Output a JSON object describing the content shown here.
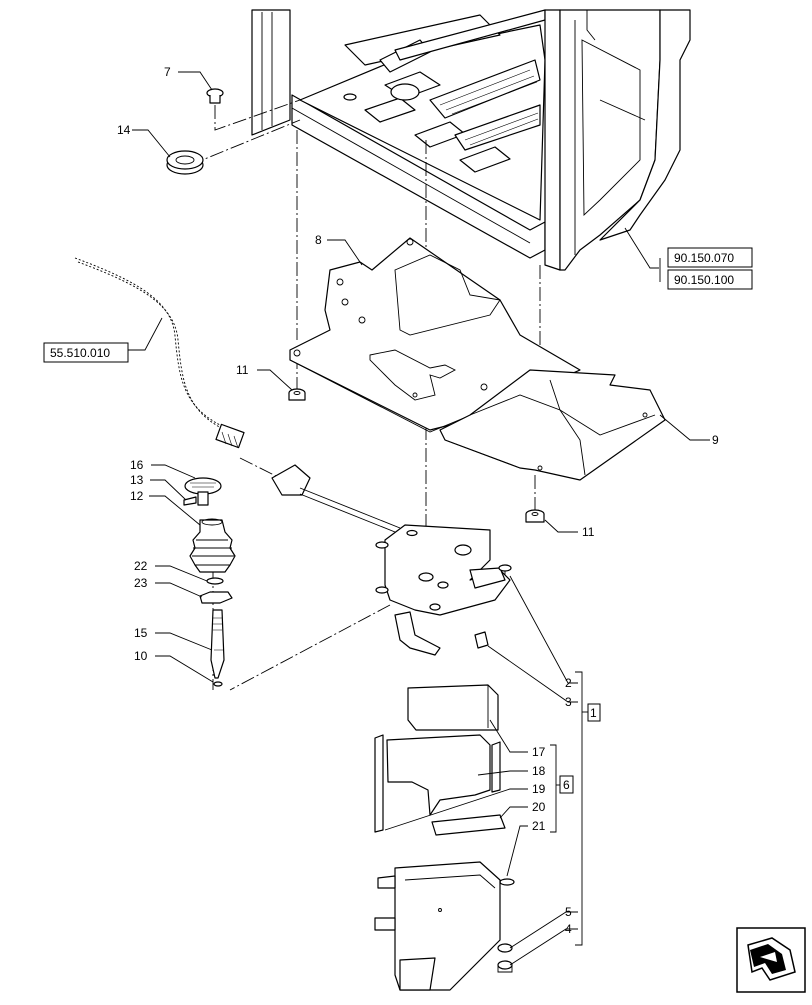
{
  "diagram": {
    "callouts": {
      "c7": "7",
      "c14": "14",
      "c8": "8",
      "c11a": "11",
      "c11b": "11",
      "c9": "9",
      "c16": "16",
      "c13": "13",
      "c12": "12",
      "c22": "22",
      "c23": "23",
      "c15": "15",
      "c10": "10",
      "c2": "2",
      "c3": "3",
      "c17": "17",
      "c18": "18",
      "c19": "19",
      "c20": "20",
      "c21": "21",
      "c5": "5",
      "c4": "4"
    },
    "references": {
      "ref1": "90.150.070",
      "ref2": "90.150.100",
      "ref3": "55.510.010"
    },
    "group_boxes": {
      "group1": "1",
      "group6": "6"
    },
    "nav_icon": "arrow-navigation-icon"
  }
}
